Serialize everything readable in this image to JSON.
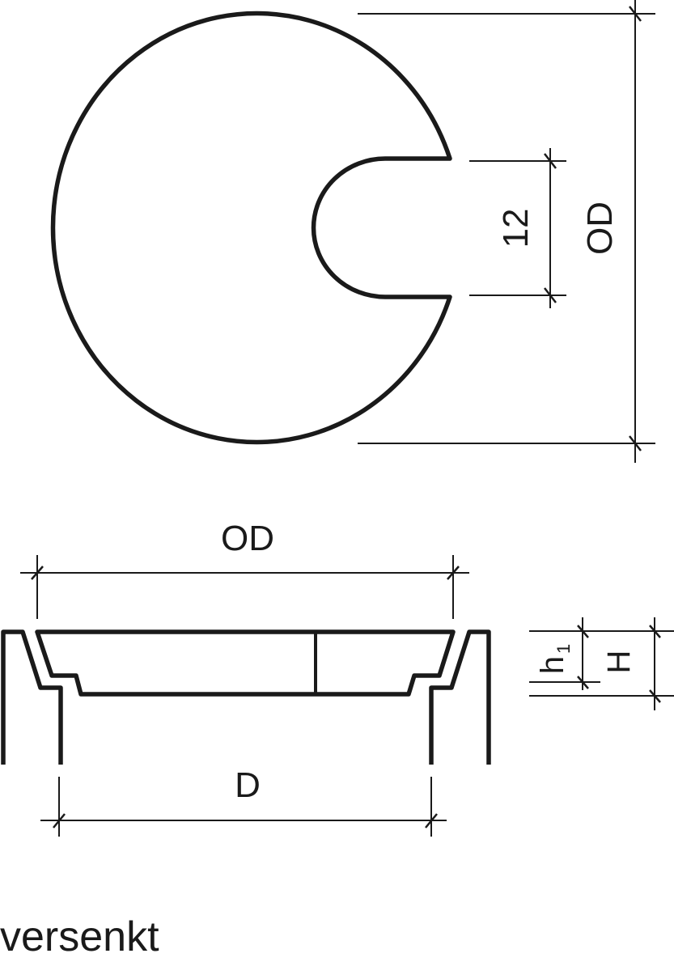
{
  "top_view": {
    "slot_width_label": "12",
    "outer_diameter_label": "OD"
  },
  "side_view": {
    "outer_diameter_label": "OD",
    "hole_diameter_label": "D",
    "height_label": "H",
    "step_height_label": "h",
    "step_height_subscript": "1"
  },
  "caption": "versenkt",
  "colors": {
    "line": "#1a1a1a",
    "background": "#ffffff"
  }
}
